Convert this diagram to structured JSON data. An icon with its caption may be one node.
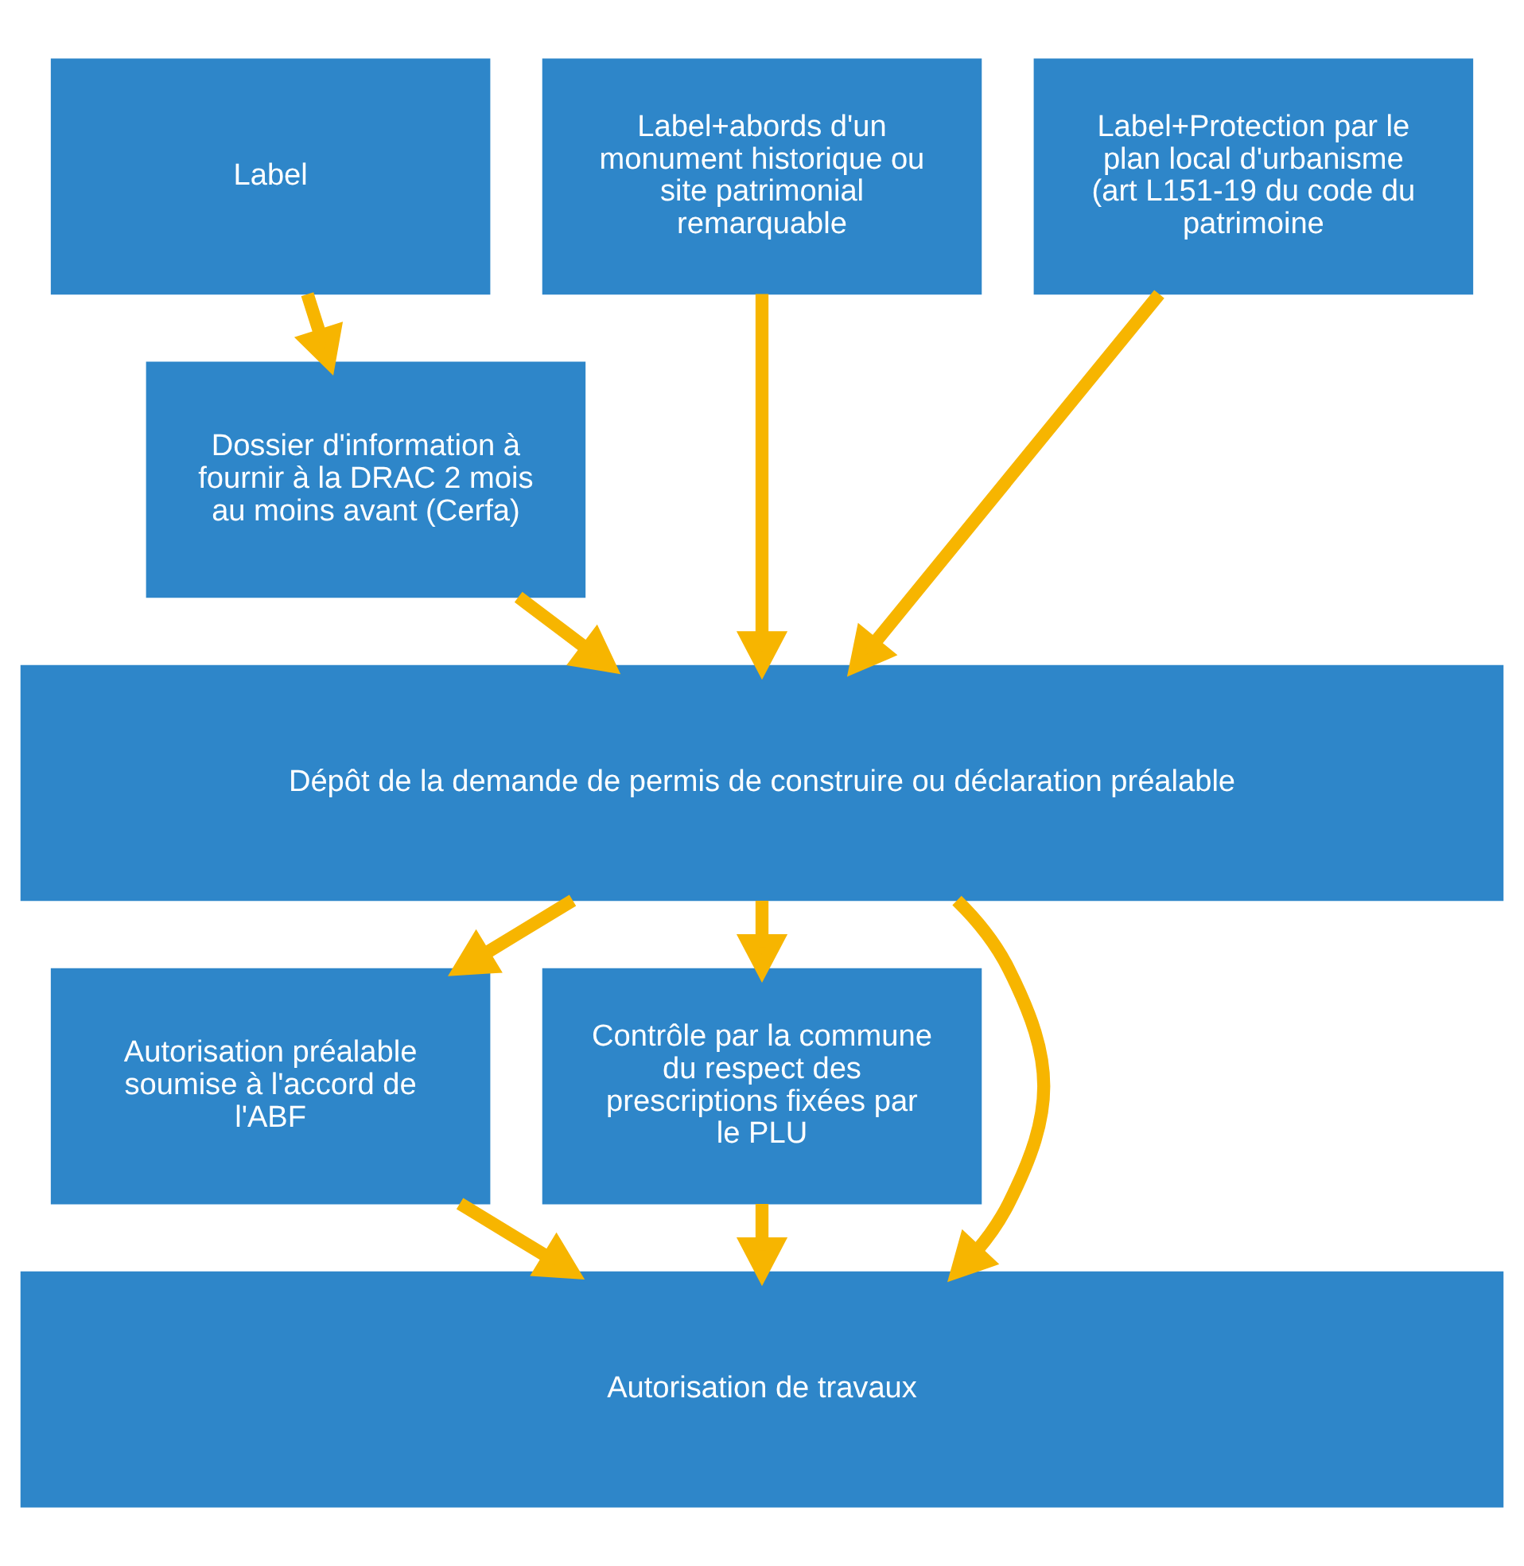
{
  "diagram": {
    "nodes": [
      {
        "text": [
          "Label"
        ]
      },
      {
        "text": [
          "Label+abords d'un monument historique ou site patrimonial remarquable"
        ]
      },
      {
        "text": [
          "Label+Protection par le plan local d'urbanisme (art L151-19 du code du patrimoine"
        ]
      },
      {
        "text": [
          "Dossier d'information à fournir à la DRAC 2 mois au moins avant (Cerfa)"
        ]
      },
      {
        "text": [
          "Dépôt de la demande de permis de construire ou déclaration préalable"
        ]
      },
      {
        "text": [
          "Autorisation préalable soumise à l'accord de l'ABF"
        ]
      },
      {
        "text": [
          "Contrôle par la commune du respect des prescriptions fixées par le PLU"
        ]
      },
      {
        "text": [
          "Autorisation de travaux"
        ]
      }
    ],
    "edges": [
      {
        "from": 0,
        "to": 3,
        "arrow": "to"
      },
      {
        "from": 3,
        "to": 4,
        "arrow": "to"
      },
      {
        "from": 1,
        "to": 4,
        "arrow": "to"
      },
      {
        "from": 2,
        "to": 4,
        "arrow": "to"
      },
      {
        "from": 4,
        "to": 7,
        "arrow": "to"
      },
      {
        "from": 4,
        "to": 5,
        "arrow": "to"
      },
      {
        "from": 4,
        "to": 6,
        "arrow": "to"
      },
      {
        "from": 5,
        "to": 7,
        "arrow": "to"
      },
      {
        "from": 6,
        "to": 7,
        "arrow": "to"
      }
    ]
  }
}
